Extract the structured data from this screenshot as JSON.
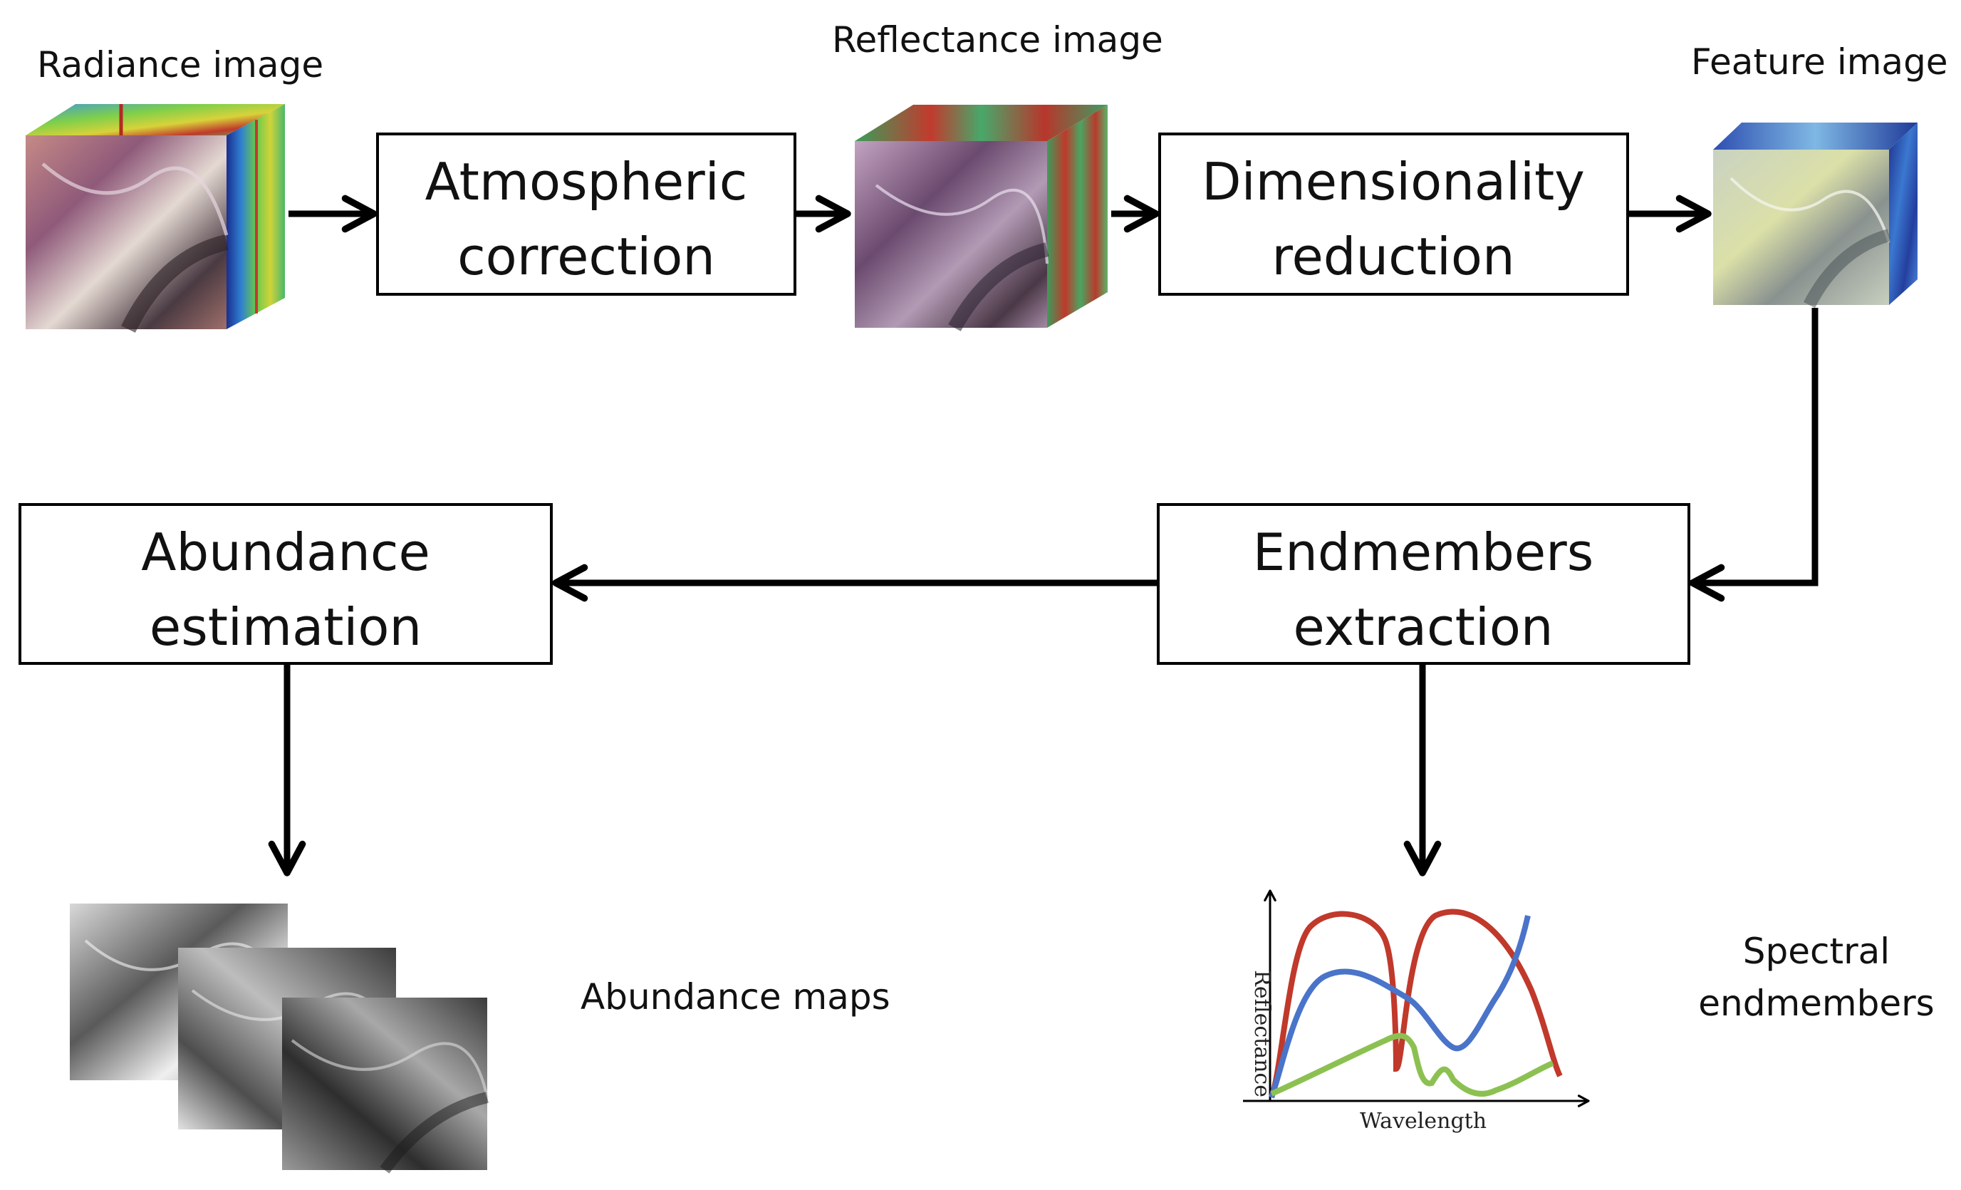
{
  "boxes": {
    "atmospheric": {
      "line1": "Atmospheric",
      "line2": "correction"
    },
    "dimensionality": {
      "line1": "Dimensionality",
      "line2": "reduction"
    },
    "endmembers": {
      "line1": "Endmembers",
      "line2": "extraction"
    },
    "abundance": {
      "line1": "Abundance",
      "line2": "estimation"
    }
  },
  "captions": {
    "radiance": "Radiance image",
    "reflectance": "Reflectance image",
    "feature": "Feature image",
    "abundance_maps": "Abundance maps",
    "spectral_line1": "Spectral",
    "spectral_line2": "endmembers"
  },
  "spectral_plot": {
    "xlabel": "Wavelength",
    "ylabel": "Reflectance",
    "series_colors": [
      "#c0392b",
      "#4a74c9",
      "#8cc152"
    ]
  },
  "colors": {
    "stroke": "#000000",
    "box_fill": "#ffffff"
  }
}
